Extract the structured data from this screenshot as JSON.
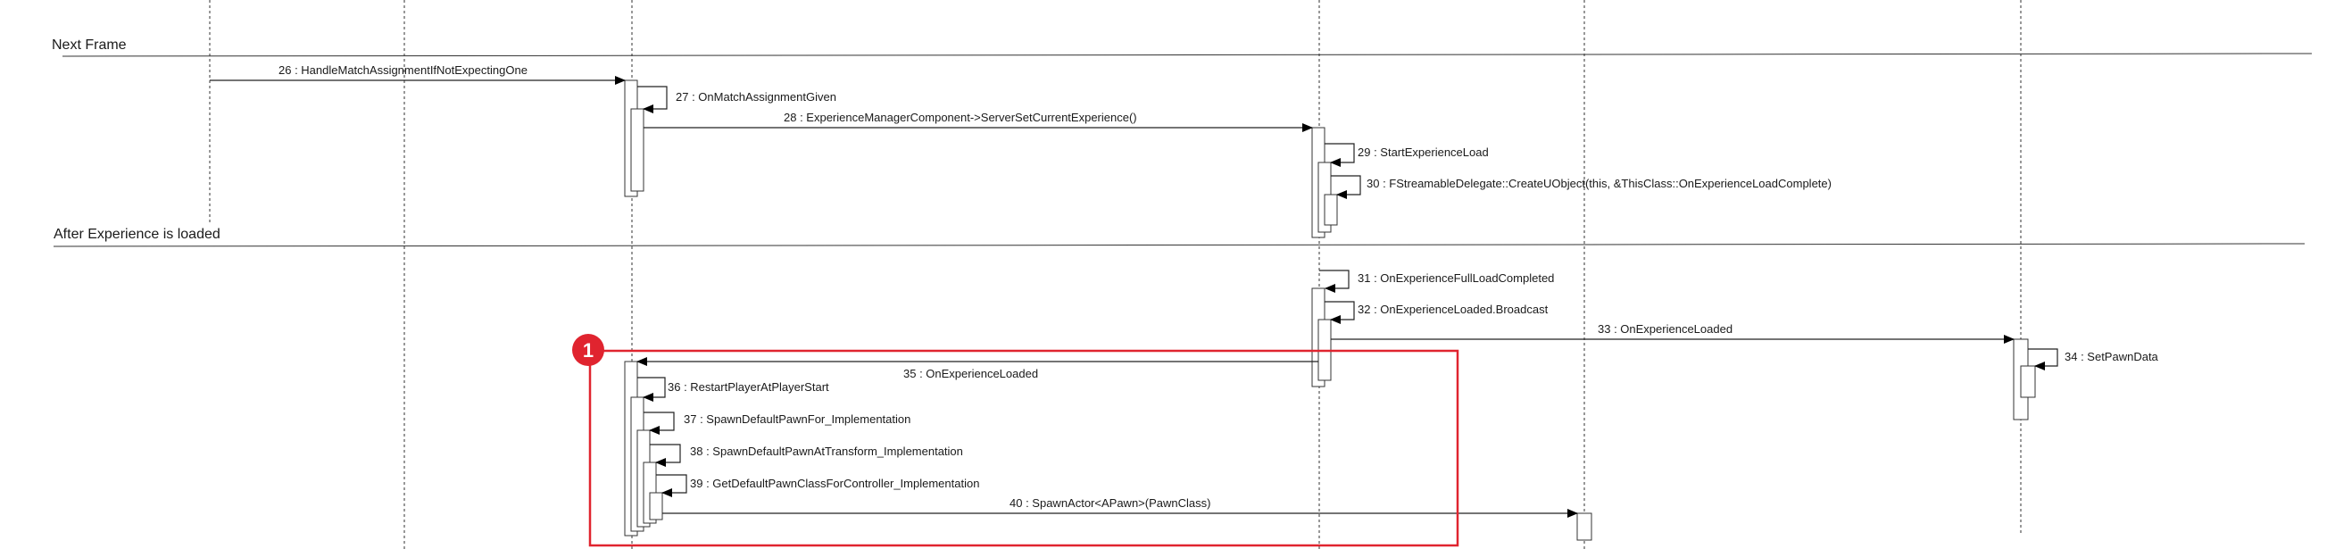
{
  "sections": {
    "next_frame": "Next Frame",
    "after_loaded": "After Experience is loaded"
  },
  "messages": {
    "m26": "26 : HandleMatchAssignmentIfNotExpectingOne",
    "m27": "27 : OnMatchAssignmentGiven",
    "m28": "28 : ExperienceManagerComponent->ServerSetCurrentExperience()",
    "m29": "29 : StartExperienceLoad",
    "m30": "30 : FStreamableDelegate::CreateUObject(this, &ThisClass::OnExperienceLoadComplete)",
    "m31": "31 : OnExperienceFullLoadCompleted",
    "m32": "32 : OnExperienceLoaded.Broadcast",
    "m33": "33 : OnExperienceLoaded",
    "m34": "34 : SetPawnData",
    "m35": "35 : OnExperienceLoaded",
    "m36": "36 : RestartPlayerAtPlayerStart",
    "m37": "37 : SpawnDefaultPawnFor_Implementation",
    "m38": "38 : SpawnDefaultPawnAtTransform_Implementation",
    "m39": "39 : GetDefaultPawnClassForController_Implementation",
    "m40": "40 : SpawnActor<APawn>(PawnClass)"
  },
  "annotation": {
    "badge": "1",
    "color": "#e0242f"
  }
}
